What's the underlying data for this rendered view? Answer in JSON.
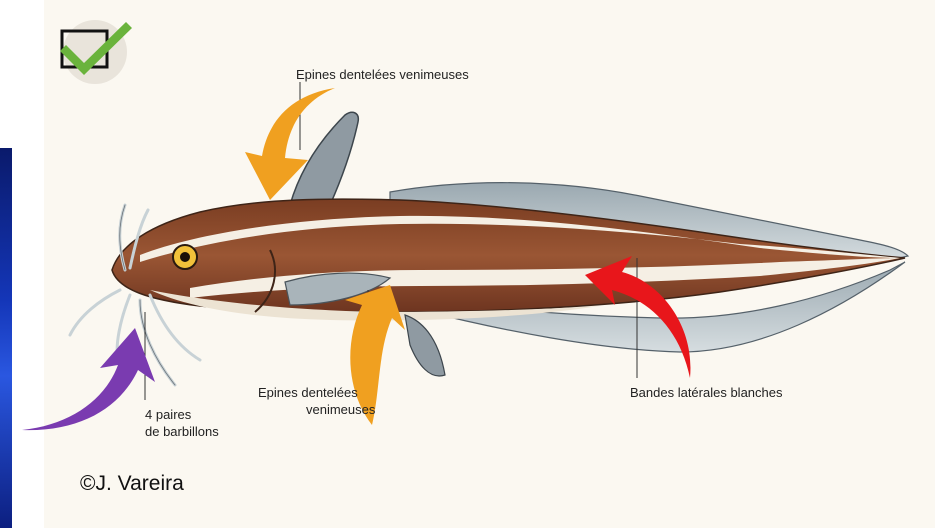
{
  "labels": {
    "dorsal_spines": "Epines dentelées venimeuses",
    "pectoral_spines_line1": "Epines dentelées",
    "pectoral_spines_line2": "venimeuses",
    "lateral_bands": "Bandes latérales blanches",
    "barbels_line1": "4 paires",
    "barbels_line2": "de barbillons"
  },
  "credit": "©J. Vareira",
  "colors": {
    "check": "#6ab33c",
    "arrow_orange": "#f0a020",
    "arrow_red": "#e8161b",
    "arrow_purple": "#7a3bb0",
    "fish_brown": "#8a4a2a",
    "fin_grey": "#b7c3c9"
  },
  "icons": {
    "checkbox": "checkbox-checked-icon"
  }
}
